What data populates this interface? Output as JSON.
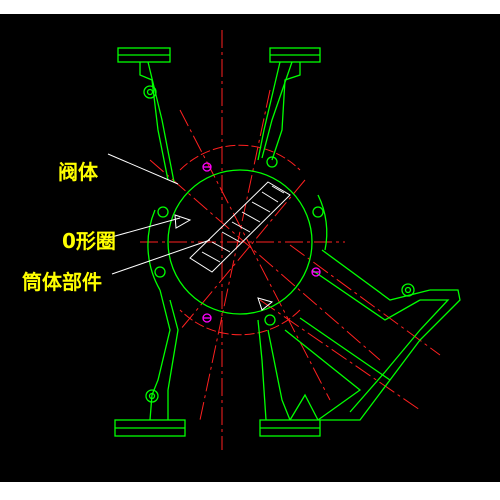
{
  "drawing": {
    "labels": {
      "valve_body": "阀体",
      "o_ring": "0形圈",
      "cylinder_part": "筒体部件"
    }
  },
  "colors": {
    "background": "#000000",
    "outline": "#00ff00",
    "center_line": "#ff2020",
    "label": "#ffff00",
    "bolt_marker": "#ff00ff",
    "leader_line": "#ffffff",
    "hatch": "#ffffff"
  }
}
